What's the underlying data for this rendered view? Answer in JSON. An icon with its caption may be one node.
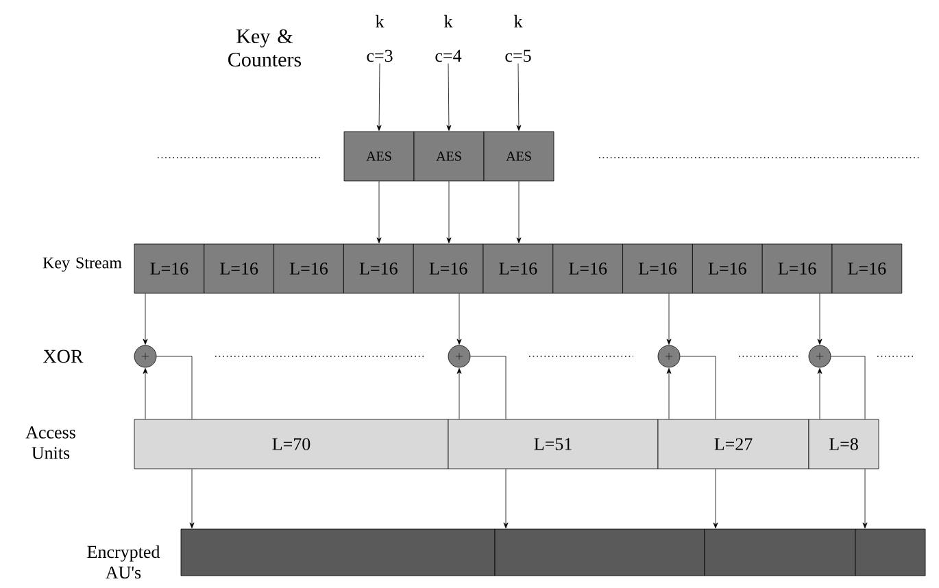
{
  "diagram": {
    "nodes": [
      {
        "text": [
          "k",
          "c=3"
        ]
      },
      {
        "text": [
          "k",
          "c=4"
        ]
      },
      {
        "text": [
          "k",
          "c=5"
        ]
      },
      {
        "text": [
          "AES"
        ]
      },
      {
        "text": [
          "AES"
        ]
      },
      {
        "text": [
          "AES"
        ]
      },
      {
        "text": [
          "L=16"
        ]
      },
      {
        "text": [
          "L=16"
        ]
      },
      {
        "text": [
          "L=16"
        ]
      },
      {
        "text": [
          "L=16"
        ]
      },
      {
        "text": [
          "L=16"
        ]
      },
      {
        "text": [
          "L=16"
        ]
      },
      {
        "text": [
          "L=16"
        ]
      },
      {
        "text": [
          "L=16"
        ]
      },
      {
        "text": [
          "L=16"
        ]
      },
      {
        "text": [
          "L=16"
        ]
      },
      {
        "text": [
          "L=16"
        ]
      },
      {
        "text": [],
        "shape": "circle"
      },
      {
        "text": [],
        "shape": "circle"
      },
      {
        "text": [],
        "shape": "circle"
      },
      {
        "text": [],
        "shape": "circle"
      },
      {
        "text": [
          "L=70"
        ]
      },
      {
        "text": [
          "L=51"
        ]
      },
      {
        "text": [
          "L=27"
        ]
      },
      {
        "text": [
          "L=8"
        ]
      },
      {
        "text": [],
        "shape": "box"
      },
      {
        "text": [],
        "shape": "box"
      },
      {
        "text": [],
        "shape": "box"
      },
      {
        "text": [],
        "shape": "box"
      }
    ],
    "edges": [
      {
        "from": 0,
        "to": 3,
        "arrow": "to"
      },
      {
        "from": 1,
        "to": 4,
        "arrow": "to"
      },
      {
        "from": 2,
        "to": 5,
        "arrow": "to"
      },
      {
        "from": 3,
        "to": 9,
        "arrow": "to"
      },
      {
        "from": 4,
        "to": 10,
        "arrow": "to"
      },
      {
        "from": 5,
        "to": 11,
        "arrow": "to"
      },
      {
        "from": 6,
        "to": 17,
        "arrow": "to"
      },
      {
        "from": 10,
        "to": 18,
        "arrow": "to"
      },
      {
        "from": 13,
        "to": 19,
        "arrow": "to"
      },
      {
        "from": 15,
        "to": 20,
        "arrow": "to"
      },
      {
        "from": 21,
        "to": 17,
        "arrow": "to"
      },
      {
        "from": 22,
        "to": 18,
        "arrow": "to"
      },
      {
        "from": 23,
        "to": 19,
        "arrow": "to"
      },
      {
        "from": 24,
        "to": 20,
        "arrow": "to"
      },
      {
        "from": 17,
        "to": 21,
        "arrow": "none"
      },
      {
        "from": 18,
        "to": 22,
        "arrow": "none"
      },
      {
        "from": 19,
        "to": 23,
        "arrow": "none"
      },
      {
        "from": 20,
        "to": 24,
        "arrow": "none"
      },
      {
        "from": 21,
        "to": 25,
        "arrow": "to"
      },
      {
        "from": 22,
        "to": 26,
        "arrow": "to"
      },
      {
        "from": 23,
        "to": 27,
        "arrow": "to"
      },
      {
        "from": 24,
        "to": 28,
        "arrow": "to"
      }
    ],
    "labels": [
      "Key & Counters",
      "Key Stream",
      "XOR",
      "Access Units",
      "Encrypted AU's"
    ]
  }
}
